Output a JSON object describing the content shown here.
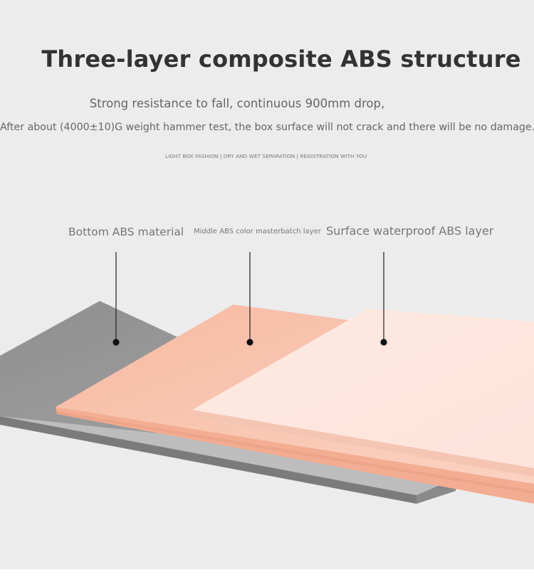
{
  "header": {
    "title": "Three-layer composite ABS structure",
    "subtitle_line1": "Strong resistance to fall, continuous 900mm drop,",
    "subtitle_line2": "After about (4000±10)G weight hammer test, the box surface will not crack and there will be no damage.",
    "tagline": "LIGHT BOX FASHION | DRY AND WET SEPARATION | REGISTRATION WITH YOU"
  },
  "layers": {
    "bottom": {
      "label": "Bottom ABS material",
      "color": "#9e9e9e"
    },
    "middle": {
      "label": "Middle ABS color masterbatch layer",
      "color": "#f8c2ac"
    },
    "surface": {
      "label": "Surface waterproof ABS layer",
      "color": "#fde0d6"
    }
  },
  "colors": {
    "background": "#ececec",
    "title_text": "#333333",
    "body_text": "#666666",
    "label_text": "#777777"
  }
}
